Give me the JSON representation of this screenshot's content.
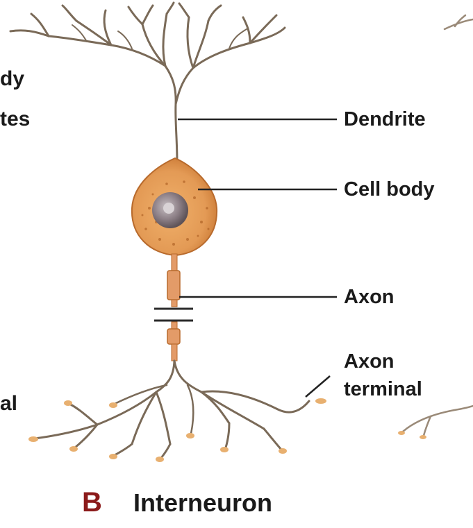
{
  "left_cut_labels": [
    "dy",
    "tes",
    "al"
  ],
  "right_labels": {
    "dendrite": "Dendrite",
    "cell_body": "Cell body",
    "axon": "Axon",
    "axon_terminal_line1": "Axon",
    "axon_terminal_line2": "terminal"
  },
  "panel": {
    "letter": "B",
    "title": "Interneuron"
  },
  "colors": {
    "branch": "#7a6a58",
    "soma_fill": "#e39a55",
    "soma_dark": "#b86a2c",
    "nucleus": "#8c7f86",
    "axon_fill": "#e39b68",
    "terminal_bulb": "#e8b070",
    "leader_line": "#222222",
    "panel_letter": "#8b1a1a"
  }
}
